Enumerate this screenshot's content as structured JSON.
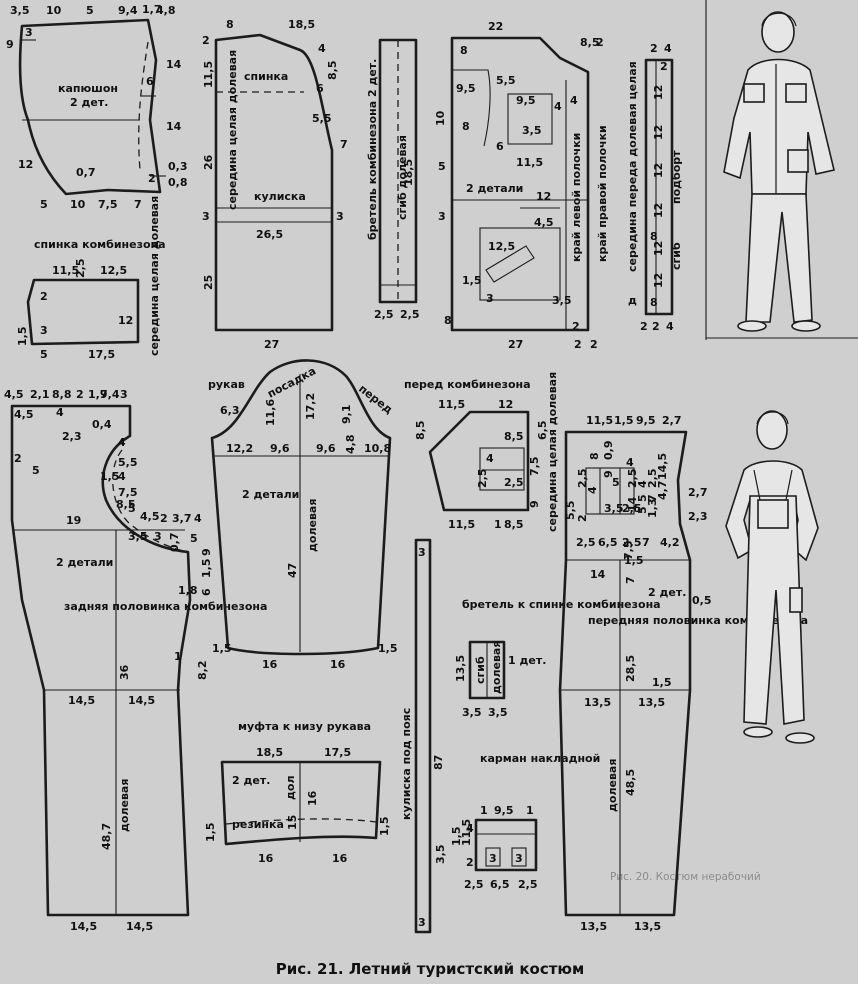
{
  "caption": "Рис. 21. Летний туристский костюм",
  "pieces": {
    "hood": {
      "title": "капюшон",
      "count": "2 дет.",
      "dims": [
        "3,5",
        "10",
        "5",
        "9,4",
        "1,7",
        "4,8",
        "3",
        "9",
        "14",
        "6",
        "14",
        "12",
        "0,7",
        "2",
        "0,3",
        "0,8",
        "5",
        "10",
        "7,5",
        "7"
      ]
    },
    "back": {
      "title": "спинка",
      "fold": "середина целая долевая",
      "drawstring": "кулиска",
      "dims": [
        "8",
        "18,5",
        "2",
        "11,5",
        "4",
        "8,5",
        "6",
        "5,5",
        "26",
        "7",
        "3",
        "26,5",
        "3",
        "25",
        "27"
      ]
    },
    "strap": {
      "title": "бретель комбинезона 2 дет.",
      "fold": "сгиб долевая",
      "dims": [
        "18,5",
        "2,5",
        "2,5"
      ]
    },
    "front": {
      "title": "2 детали",
      "edge_left": "край левой полочки",
      "edge_right": "край правой полочки",
      "dims": [
        "22",
        "8",
        "8,5",
        "2",
        "9,5",
        "5,5",
        "9,5",
        "4",
        "3,5",
        "11,5",
        "10",
        "8",
        "6",
        "5",
        "4",
        "3",
        "12",
        "4,5",
        "12,5",
        "1,5",
        "3",
        "3,5",
        "8",
        "27",
        "2",
        "2",
        "2"
      ]
    },
    "facing": {
      "title": "середина переда долевая целая",
      "label": "подборт",
      "fold": "сгиб",
      "dims": [
        "2",
        "4",
        "2",
        "12",
        "12",
        "12",
        "12",
        "12",
        "12",
        "8",
        "8",
        "д",
        "2",
        "2",
        "4"
      ]
    },
    "overall_back_yoke": {
      "title": "спинка комбинезона",
      "fold": "середина целая долевая",
      "dims": [
        "11,5",
        "2,5",
        "12,5",
        "2",
        "3",
        "12",
        "1,5",
        "5",
        "17,5"
      ]
    },
    "overall_back": {
      "title": "задняя половинка комбинезона",
      "count": "2 детали",
      "grain": "долевая",
      "dims": [
        "4,5",
        "2,1",
        "8,8",
        "2",
        "1,9",
        "7,4",
        "3",
        "4,5",
        "4",
        "0,4",
        "2,3",
        "2",
        "5",
        "4",
        "5,5",
        "1,5",
        "4",
        "7,5",
        "5",
        "8,5",
        "4,5",
        "2",
        "3,7",
        "4",
        "3,5",
        "3",
        "0,7",
        "5",
        "9",
        "19",
        "1,5",
        "6",
        "1,8",
        "1",
        "8,2",
        "36",
        "14,5",
        "14,5",
        "48,7",
        "14,5",
        "14,5"
      ]
    },
    "sleeve": {
      "title": "рукав",
      "cap": "посадка",
      "front": "перед",
      "count": "2 детали",
      "grain": "долевая",
      "dims": [
        "6,3",
        "11,6",
        "17,2",
        "9,1",
        "12,2",
        "9,6",
        "9,6",
        "4,8",
        "10,8",
        "47",
        "1,5",
        "16",
        "16",
        "1,5"
      ]
    },
    "cuff": {
      "title": "муфта к низу рукава",
      "count": "2 дет.",
      "grain": "дол",
      "elastic": "резинка",
      "dims": [
        "18,5",
        "17,5",
        "16",
        "15",
        "1,5",
        "1,5",
        "16",
        "16"
      ]
    },
    "waist_casing": {
      "title": "кулиска под пояс",
      "dims": [
        "3",
        "87",
        "3,5",
        "3"
      ]
    },
    "bib": {
      "title": "перед комбинезона",
      "fold": "середина целая долевая",
      "dims": [
        "11,5",
        "12",
        "8,5",
        "6,5",
        "7,5",
        "8,5",
        "2,5",
        "4",
        "2,5",
        "11,5",
        "1",
        "8,5",
        "9"
      ]
    },
    "back_strap": {
      "title": "бретель к спинке комбинезона",
      "count": "1 дет.",
      "fold": "сгиб",
      "grain": "долевая",
      "dims": [
        "13,5",
        "3,5",
        "3,5"
      ]
    },
    "patch_pocket": {
      "title": "карман накладной",
      "dims": [
        "1",
        "9,5",
        "1",
        "4",
        "1,5",
        "11,5",
        "2",
        "3",
        "3",
        "2,5",
        "6,5",
        "2,5"
      ]
    },
    "overall_front": {
      "title": "передняя половинка комбинезона",
      "count": "2 дет.",
      "grain": "долевая",
      "dims": [
        "11,5",
        "1,5",
        "9,5",
        "2,7",
        "8",
        "0,9",
        "9",
        "4",
        "2,5",
        "4",
        "5",
        "2,5",
        "4",
        "2,5",
        "5",
        "7",
        "14",
        "4,7",
        "5",
        "1,3",
        "14,5",
        "5,5",
        "3,5",
        "2,5",
        "2",
        "2,7",
        "2,3",
        "2,5",
        "6,5",
        "2,5",
        "7",
        "4,2",
        "7,5",
        "1,5",
        "14",
        "7",
        "0,5",
        "28,5",
        "1,5",
        "13,5",
        "13,5",
        "48,5",
        "13,5",
        "13,5"
      ]
    }
  },
  "ghost_text": [
    "Рис. 20. Костюм нерабочий"
  ]
}
